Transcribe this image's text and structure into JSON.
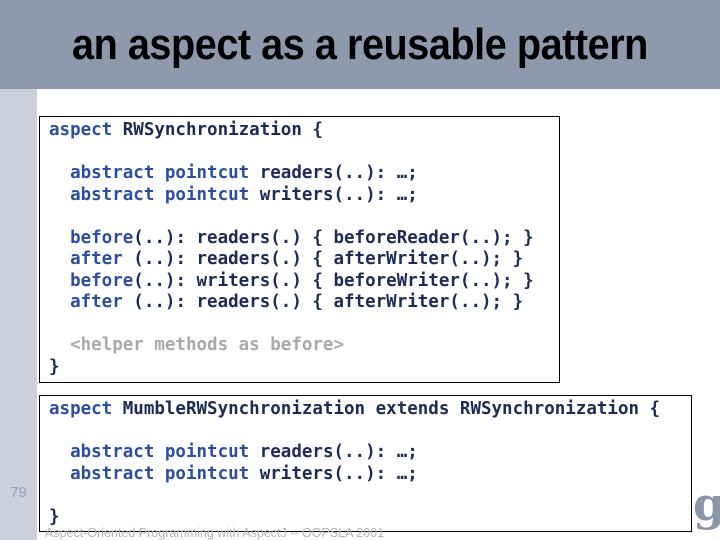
{
  "slide": {
    "title": "an aspect as a reusable pattern",
    "page_number": "79",
    "footer": "Aspect-Oriented Programming with AspectJ -- OOPSLA 2001",
    "watermark": "g"
  },
  "colors": {
    "header_bg": "#8f99ae",
    "left_strip_bg": "#cbd0dd",
    "keyword_blue": "#2b4ea0",
    "code_navy": "#1c2a55",
    "muted_gray": "#a9a9a9",
    "footer_gray": "#b5b5b5",
    "page_number_gray": "#98a2b8"
  },
  "code_boxes": [
    {
      "name": "RWSynchronization aspect",
      "lines": [
        [
          {
            "t": "aspect",
            "c": "kw"
          },
          {
            "t": " RWSynchronization {",
            "c": "id"
          }
        ],
        [],
        [
          {
            "t": "  abstract pointcut",
            "c": "kw"
          },
          {
            "t": " readers(..): …;",
            "c": "id"
          }
        ],
        [
          {
            "t": "  abstract pointcut",
            "c": "kw"
          },
          {
            "t": " writers(..): …;",
            "c": "id"
          }
        ],
        [],
        [
          {
            "t": "  before",
            "c": "kw"
          },
          {
            "t": "(..): readers(.) { beforeReader(..); }",
            "c": "id"
          }
        ],
        [
          {
            "t": "  after",
            "c": "kw"
          },
          {
            "t": " (..): readers(.) { afterWriter(..); }",
            "c": "id"
          }
        ],
        [
          {
            "t": "  before",
            "c": "kw"
          },
          {
            "t": "(..): writers(.) { beforeWriter(..); }",
            "c": "id"
          }
        ],
        [
          {
            "t": "  after",
            "c": "kw"
          },
          {
            "t": " (..): readers(.) { afterWriter(..); }",
            "c": "id"
          }
        ],
        [],
        [
          {
            "t": "  <helper methods as before>",
            "c": "muted"
          }
        ],
        [
          {
            "t": "}",
            "c": "id"
          }
        ]
      ]
    },
    {
      "name": "MumbleRWSynchronization aspect",
      "lines": [
        [
          {
            "t": "aspect",
            "c": "kw"
          },
          {
            "t": " MumbleRWSynchronization extends RWSynchronization {",
            "c": "id"
          }
        ],
        [],
        [
          {
            "t": "  abstract pointcut",
            "c": "kw"
          },
          {
            "t": " readers(..): …;",
            "c": "id"
          }
        ],
        [
          {
            "t": "  abstract pointcut",
            "c": "kw"
          },
          {
            "t": " writers(..): …;",
            "c": "id"
          }
        ],
        [],
        [
          {
            "t": "}",
            "c": "id"
          }
        ]
      ]
    }
  ]
}
